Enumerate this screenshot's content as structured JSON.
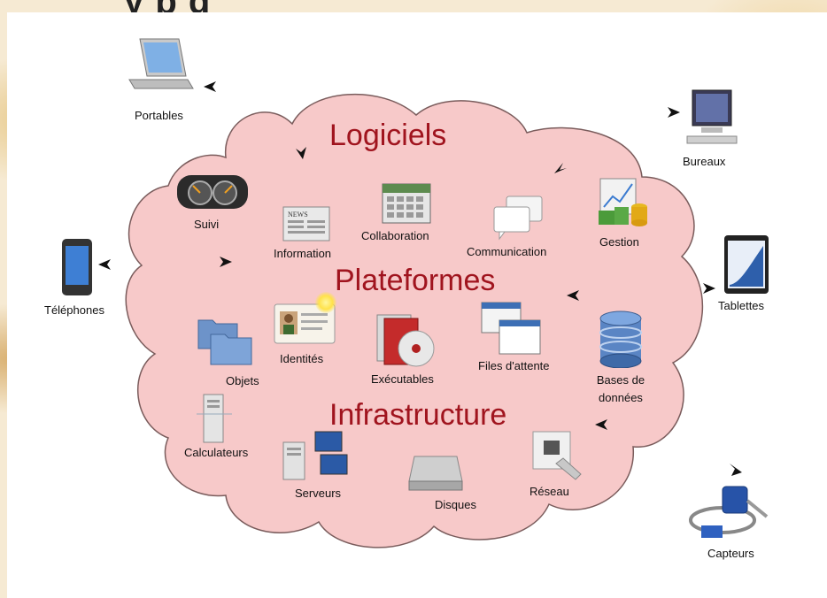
{
  "header": {
    "title_fragment": "y    p   g"
  },
  "layers": {
    "software": "Logiciels",
    "platform": "Plateformes",
    "infrastructure": "Infrastructure"
  },
  "inside": {
    "suivi": "Suivi",
    "information": "Information",
    "collaboration": "Collaboration",
    "communication": "Communication",
    "gestion": "Gestion",
    "identites": "Identités",
    "objets": "Objets",
    "executables": "Exécutables",
    "files_attente": "Files d'attente",
    "bases_1": "Bases de",
    "bases_2": "données",
    "calculateurs": "Calculateurs",
    "serveurs": "Serveurs",
    "disques": "Disques",
    "reseau": "Réseau"
  },
  "outside": {
    "portables": "Portables",
    "bureaux": "Bureaux",
    "telephones": "Téléphones",
    "tablettes": "Tablettes",
    "capteurs": "Capteurs"
  },
  "colors": {
    "cloud_fill": "#f7c9c9",
    "cloud_stroke": "#7a5c5c",
    "layer_text": "#a0141e"
  }
}
